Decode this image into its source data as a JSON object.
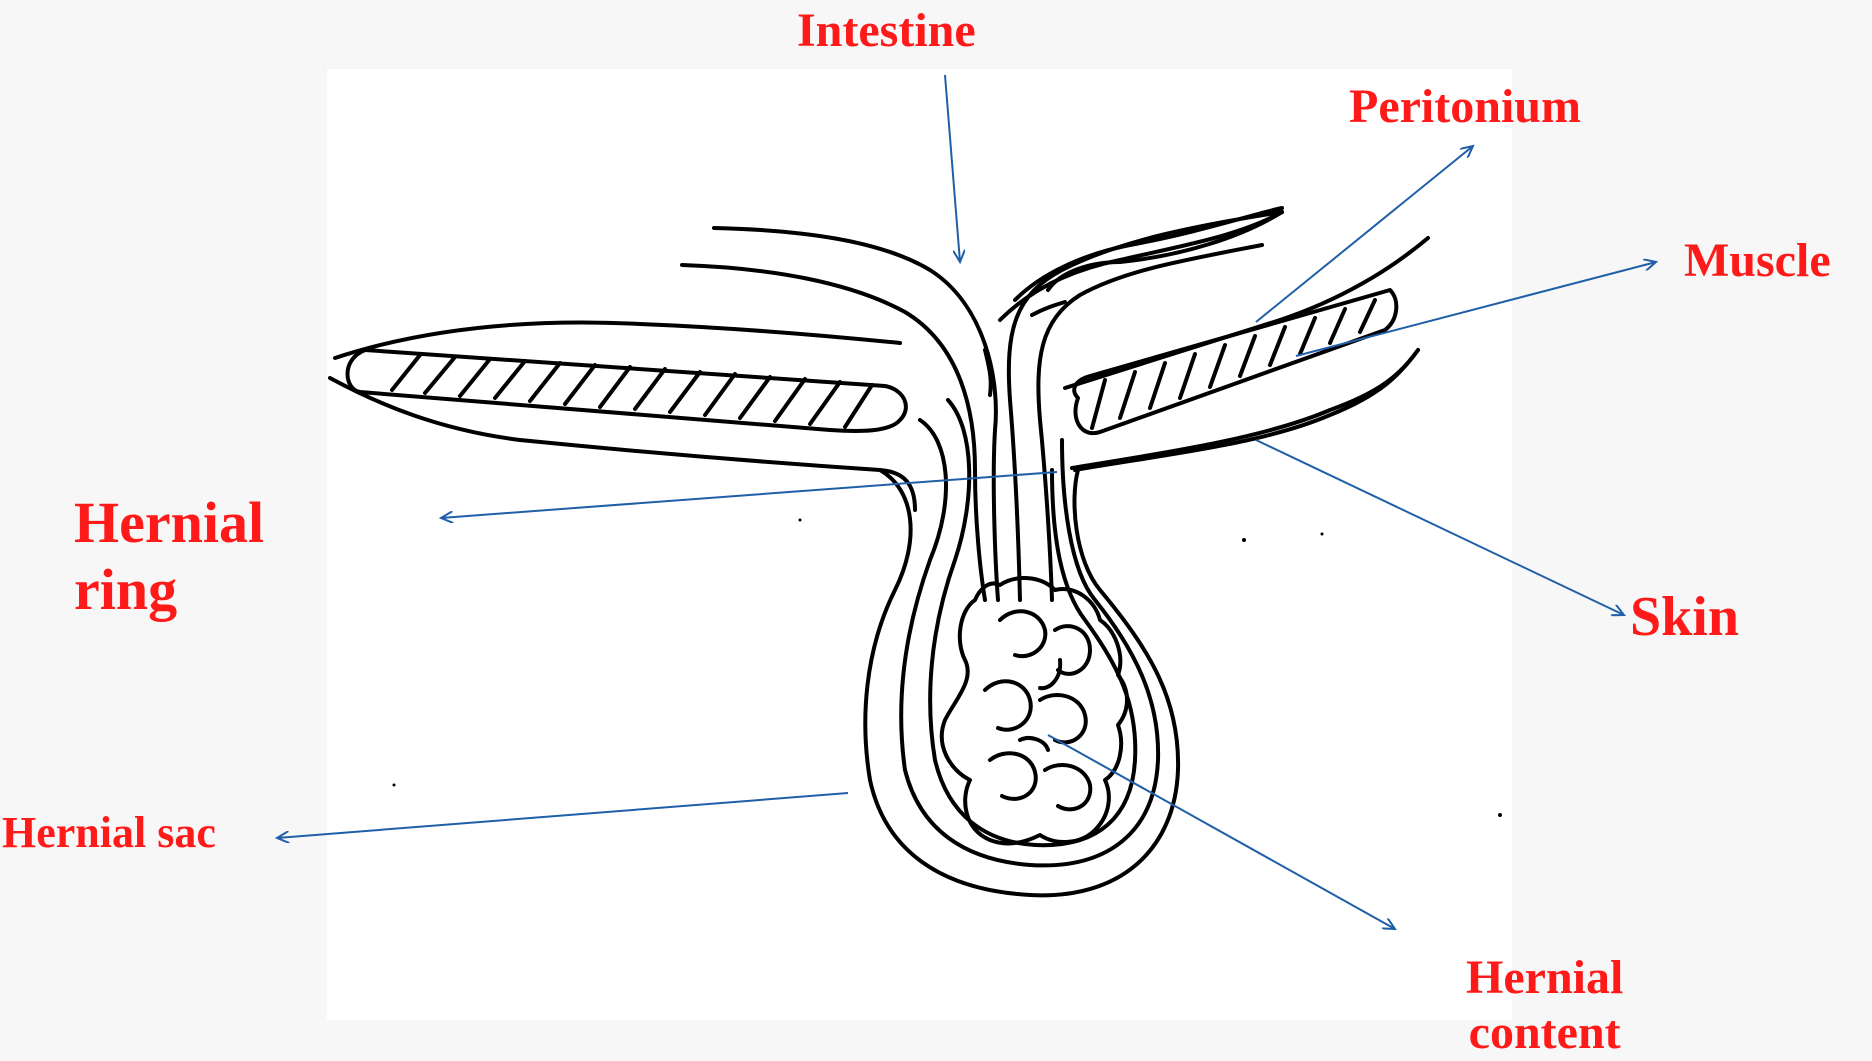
{
  "labels": {
    "intestine": "Intestine",
    "peritonium": "Peritonium",
    "muscle": "Muscle",
    "skin": "Skin",
    "hernial_ring_line1": "Hernial",
    "hernial_ring_line2": "ring",
    "hernial_sac": "Hernial sac",
    "hernial_content_line1": "Hernial",
    "hernial_content_line2": "content"
  },
  "colors": {
    "label": "#ff1a1a",
    "pointer": "#1f5fa8",
    "drawing": "#000000"
  }
}
